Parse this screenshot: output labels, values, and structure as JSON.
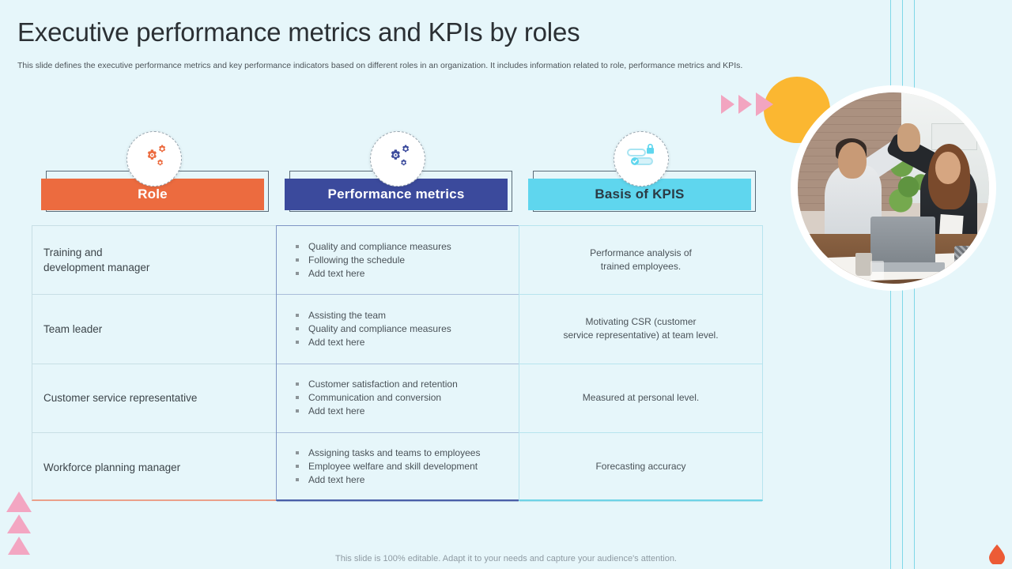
{
  "slide": {
    "title": "Executive performance metrics and KPIs by roles",
    "subtitle": "This slide defines the executive performance metrics and key performance indicators based on different roles in an organization. It includes information related to role, performance metrics and KPIs.",
    "footer": "This slide is 100% editable. Adapt it to your needs and capture your audience's attention."
  },
  "colors": {
    "background": "#e6f6fa",
    "role_accent": "#ec6b3f",
    "metrics_accent": "#3b4a9c",
    "kpis_accent": "#5fd6ee",
    "yellow_circle": "#fbb731",
    "pink_arrow": "#f2a5c0",
    "droplet": "#ec5b36",
    "line_cyan": "#7fd8e8"
  },
  "headers": [
    {
      "label": "Role",
      "icon": "gears-icon"
    },
    {
      "label": "Performance metrics",
      "icon": "gears-icon"
    },
    {
      "label": "Basis of KPIS",
      "icon": "task-lock-icon"
    }
  ],
  "rows": [
    {
      "role": "Training and\ndevelopment manager",
      "metrics": [
        "Quality and compliance measures",
        "Following the schedule",
        "Add text here"
      ],
      "kpis": "Performance  analysis of\ntrained employees."
    },
    {
      "role": "Team leader",
      "metrics": [
        "Assisting the team",
        "Quality and compliance measures",
        "Add text here"
      ],
      "kpis": "Motivating CSR (customer\nservice representative)  at team level."
    },
    {
      "role": "Customer service representative",
      "metrics": [
        "Customer satisfaction and retention",
        "Communication  and conversion",
        "Add text here"
      ],
      "kpis": "Measured  at personal  level."
    },
    {
      "role": "Workforce planning manager",
      "metrics": [
        "Assigning tasks and teams to employees",
        "Employee welfare  and skill development",
        "Add text here"
      ],
      "kpis": "Forecasting accuracy"
    }
  ],
  "decorations": {
    "photo_alt": "two business colleagues high-fiving at a desk with a laptop",
    "arrow_count": 3,
    "triangle_count": 3,
    "vertical_line_count": 3
  }
}
